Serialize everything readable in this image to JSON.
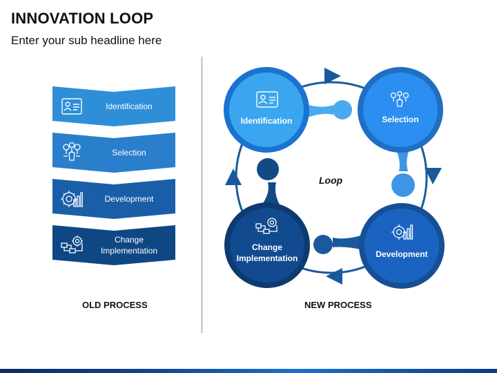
{
  "header": {
    "title": "INNOVATION LOOP",
    "subtitle": "Enter your sub headline here"
  },
  "old_process": {
    "caption": "OLD PROCESS",
    "items": [
      {
        "label": "Identification",
        "icon": "id-card-icon",
        "color": "#2f8ed8"
      },
      {
        "label": "Selection",
        "icon": "people-selection-icon",
        "color": "#2a7fcc"
      },
      {
        "label": "Development",
        "icon": "gear-chart-icon",
        "color": "#1a5ea8"
      },
      {
        "label": "Change Implementation",
        "icon": "circuit-gear-icon",
        "color": "#0f4785"
      }
    ]
  },
  "new_process": {
    "caption": "NEW PROCESS",
    "center_label": "Loop",
    "nodes": [
      {
        "label": "Identification",
        "icon": "id-card-icon",
        "color": "#3aa6ef"
      },
      {
        "label": "Selection",
        "icon": "people-selection-icon",
        "color": "#2b8ef0"
      },
      {
        "label": "Development",
        "icon": "gear-chart-icon",
        "color": "#1a63c0"
      },
      {
        "label": "Change Implementation",
        "icon": "circuit-gear-icon",
        "color": "#114a8f"
      }
    ],
    "ring_color": "#1a5a9c"
  }
}
